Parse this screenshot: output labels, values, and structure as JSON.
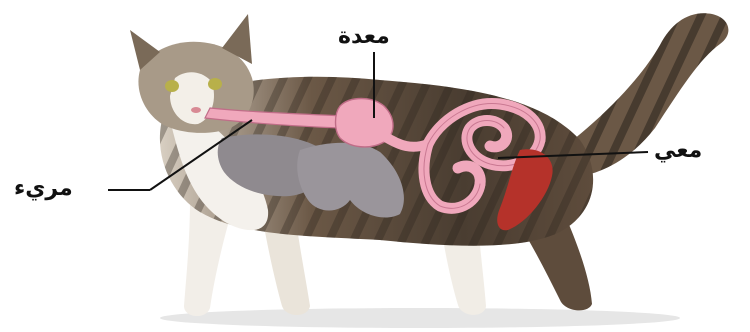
{
  "labels": {
    "stomach": "معدة",
    "intestine": "معي",
    "esophagus": "مريء"
  },
  "colors": {
    "organ_pink": "#f0a8bc",
    "organ_outline": "#c06d88",
    "liver_gray": "#8f8a8f",
    "fur_brown": "#6b5846",
    "fur_dark": "#2e2620",
    "fur_white": "#f4f1ec",
    "muscle_red": "#b5322a",
    "leader_line": "#111111"
  }
}
